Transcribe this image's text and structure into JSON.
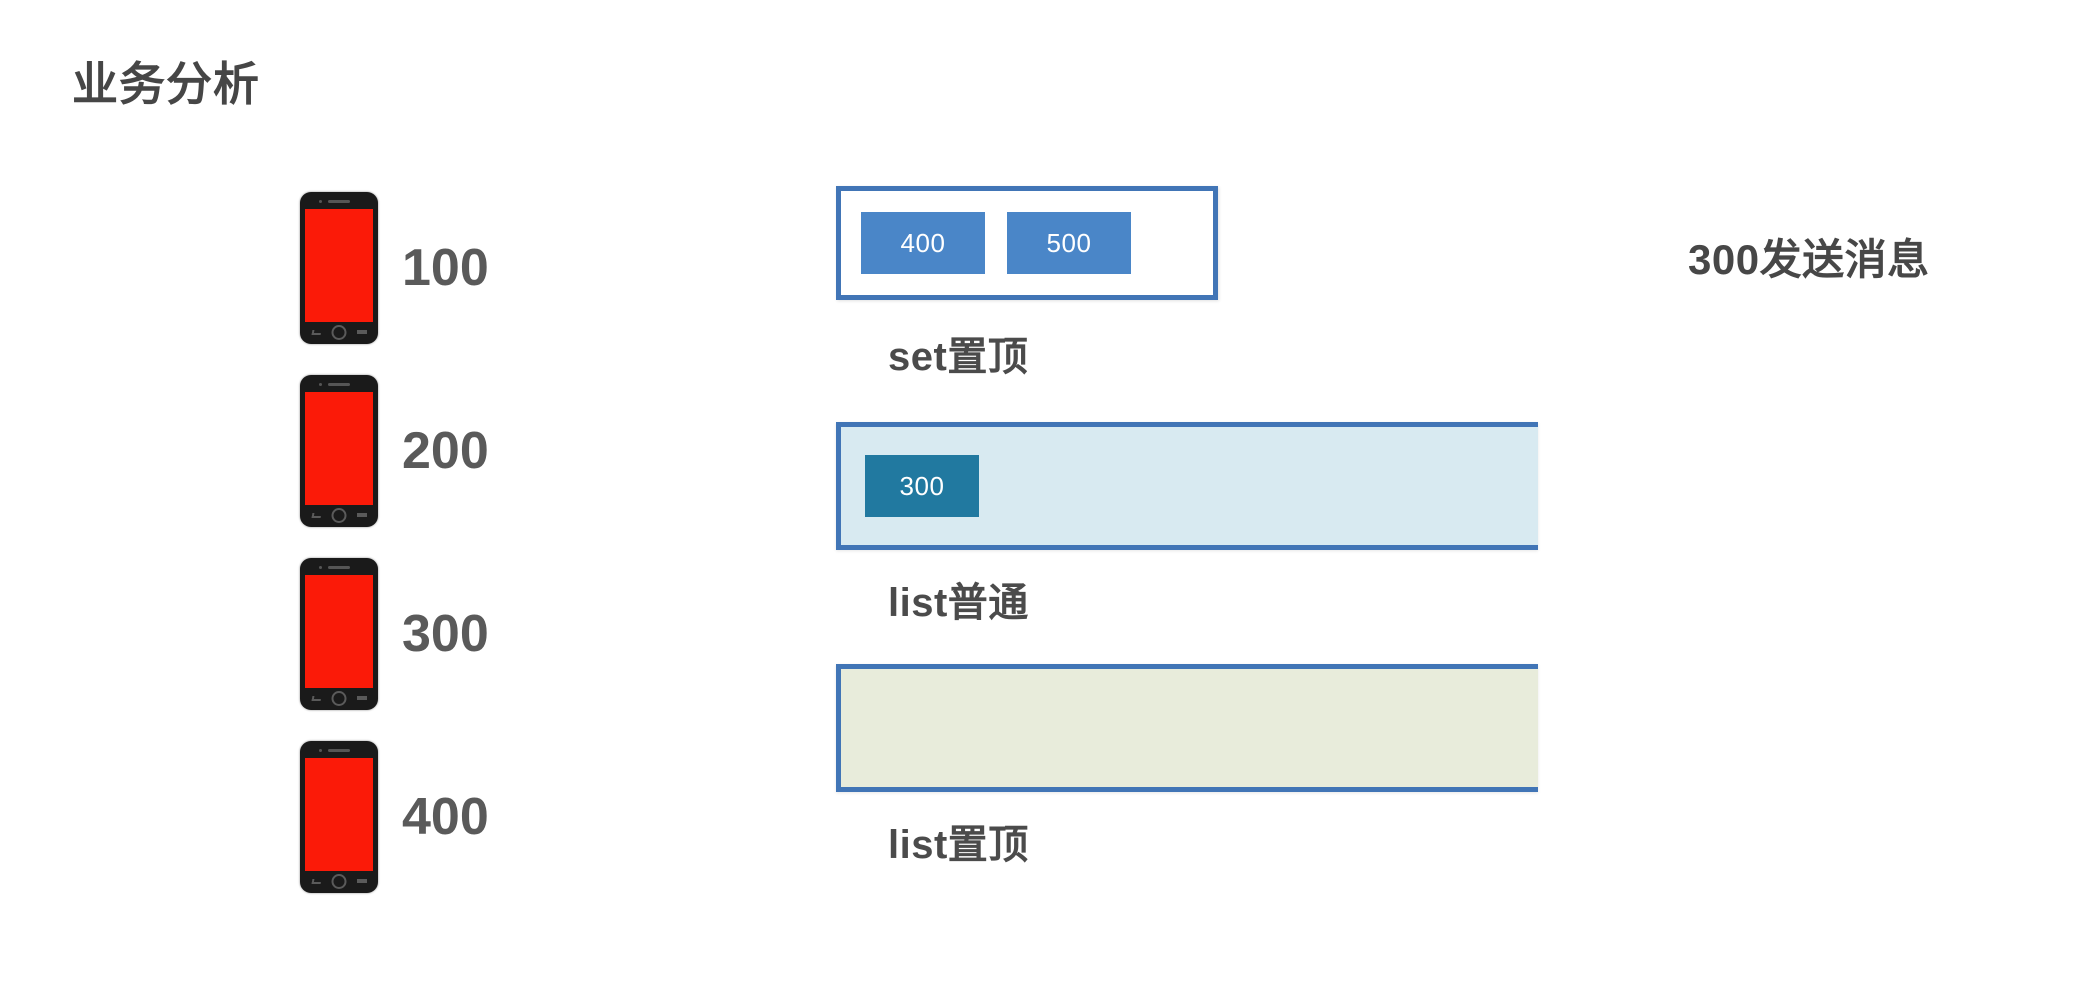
{
  "slide": {
    "title": "业务分析",
    "background_color": "#ffffff"
  },
  "device_list": {
    "items": [
      {
        "icon": "phone-icon",
        "count": "100",
        "screen_color": "#fb1a08"
      },
      {
        "icon": "phone-icon",
        "count": "200",
        "screen_color": "#fb1a08"
      },
      {
        "icon": "phone-icon",
        "count": "300",
        "screen_color": "#fb1a08"
      },
      {
        "icon": "phone-icon",
        "count": "400",
        "screen_color": "#fb1a08"
      }
    ]
  },
  "structures": {
    "border_color": "#4175b6",
    "blocks": [
      {
        "key": "set_top",
        "label": "set置顶",
        "fill_color": "#ffffff",
        "chip_color": "#4a86c8",
        "chips": [
          "400",
          "500"
        ]
      },
      {
        "key": "list_normal",
        "label": "list普通",
        "fill_color": "#d8eaf1",
        "chip_color": "#2179a0",
        "chips": [
          "300"
        ]
      },
      {
        "key": "list_top",
        "label": "list置顶",
        "fill_color": "#e8ecdb",
        "chip_color": "",
        "chips": []
      }
    ]
  },
  "side_note": {
    "text": "300发送消息"
  }
}
